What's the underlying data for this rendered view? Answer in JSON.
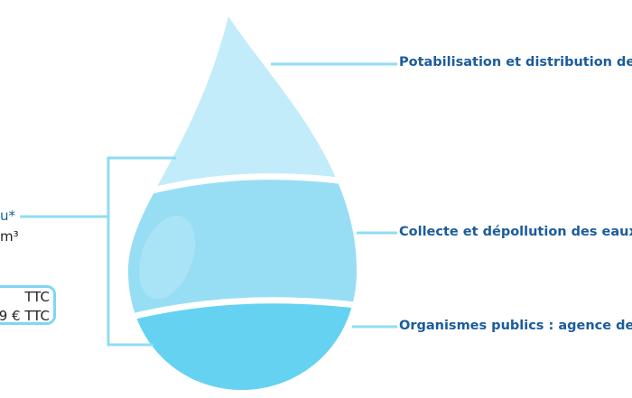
{
  "left": {
    "label_fragment": "u*",
    "unit_fragment": "m³",
    "price_line1": "TTC",
    "price_line2": "9 € TTC"
  },
  "right": {
    "labels": [
      "Potabilisation et distribution de",
      "Collecte et dépollution des eaux",
      "Organismes publics : agence de"
    ]
  },
  "colors": {
    "top": "#c3ecfa",
    "middle": "#97def5",
    "bottom": "#66d2f2",
    "text": "#1b5c9c",
    "line": "#8fdcf5"
  }
}
